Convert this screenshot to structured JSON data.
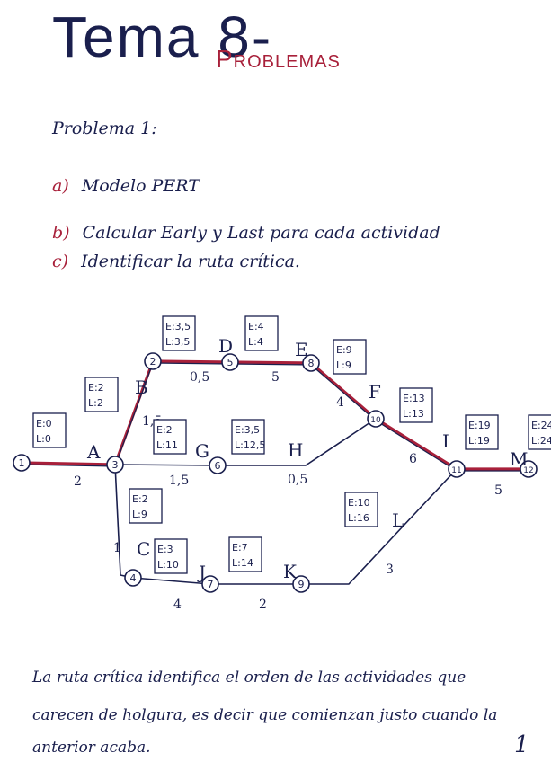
{
  "header": {
    "title": "Tema 8-",
    "subtitle": "Problemas"
  },
  "problem": {
    "label": "Problema 1:",
    "tasks": [
      {
        "letter": "a)",
        "text": "Modelo PERT"
      },
      {
        "letter": "b)",
        "text": "Calcular Early y Last para cada actividad"
      },
      {
        "letter": "c)",
        "text": "Identificar la ruta crítica."
      }
    ]
  },
  "network": {
    "nodes": [
      {
        "id": "1",
        "label": "1"
      },
      {
        "id": "2",
        "label": "2"
      },
      {
        "id": "3",
        "label": "3"
      },
      {
        "id": "4",
        "label": "4"
      },
      {
        "id": "5",
        "label": "5"
      },
      {
        "id": "6",
        "label": "6"
      },
      {
        "id": "7",
        "label": "7"
      },
      {
        "id": "8",
        "label": "8"
      },
      {
        "id": "9",
        "label": "9"
      },
      {
        "id": "10",
        "label": "10"
      },
      {
        "id": "11",
        "label": "11"
      },
      {
        "id": "12",
        "label": "12"
      }
    ],
    "activities": [
      {
        "name": "A",
        "from": "1",
        "to": "3",
        "duration": "2",
        "critical": true
      },
      {
        "name": "B",
        "from": "3",
        "to": "2",
        "duration": "1,5",
        "critical": true
      },
      {
        "name": "C",
        "from": "3",
        "to": "4",
        "duration": "1",
        "critical": false
      },
      {
        "name": "D",
        "from": "2",
        "to": "5",
        "duration": "0,5",
        "critical": true
      },
      {
        "name": "E",
        "from": "5",
        "to": "8",
        "duration": "5",
        "critical": true
      },
      {
        "name": "F",
        "from": "8",
        "to": "10",
        "duration": "4",
        "critical": true
      },
      {
        "name": "G",
        "from": "3",
        "to": "6",
        "duration": "1,5",
        "critical": false
      },
      {
        "name": "H",
        "from": "6",
        "to": "10",
        "duration": "0,5",
        "critical": false
      },
      {
        "name": "I",
        "from": "10",
        "to": "11",
        "duration": "6",
        "critical": true
      },
      {
        "name": "J",
        "from": "4",
        "to": "7",
        "duration": "4",
        "critical": false
      },
      {
        "name": "K",
        "from": "7",
        "to": "9",
        "duration": "2",
        "critical": false
      },
      {
        "name": "L",
        "from": "9",
        "to": "11",
        "duration": "3",
        "critical": false
      },
      {
        "name": "M",
        "from": "11",
        "to": "12",
        "duration": "5",
        "critical": true
      }
    ],
    "boxes": [
      {
        "for": "A",
        "e": "E:0",
        "l": "L:0"
      },
      {
        "for": "B",
        "e": "E:2",
        "l": "L:2"
      },
      {
        "for": "D",
        "e": "E:3,5",
        "l": "L:3,5"
      },
      {
        "for": "E",
        "e": "E:4",
        "l": "L:4"
      },
      {
        "for": "F",
        "e": "E:9",
        "l": "L:9"
      },
      {
        "for": "G",
        "e": "E:2",
        "l": "L:11"
      },
      {
        "for": "H",
        "e": "E:3,5",
        "l": "L:12,5"
      },
      {
        "for": "I",
        "e": "E:13",
        "l": "L:13"
      },
      {
        "for": "M",
        "e": "E:19",
        "l": "L:19"
      },
      {
        "for": "end",
        "e": "E:24",
        "l": "L:24"
      },
      {
        "for": "C",
        "e": "E:2",
        "l": "L:9"
      },
      {
        "for": "J",
        "e": "E:3",
        "l": "L:10"
      },
      {
        "for": "K",
        "e": "E:7",
        "l": "L:14"
      },
      {
        "for": "L",
        "e": "E:10",
        "l": "L:16"
      }
    ]
  },
  "conclusion": {
    "line1": "La ruta crítica identifica el orden de las actividades que",
    "line2": "carecen de holgura, es decir que comienzan justo cuando la",
    "line3": "anterior acaba."
  },
  "page_number": "1",
  "colors": {
    "ink": "#1a1f4d",
    "accent": "#a8203a"
  }
}
